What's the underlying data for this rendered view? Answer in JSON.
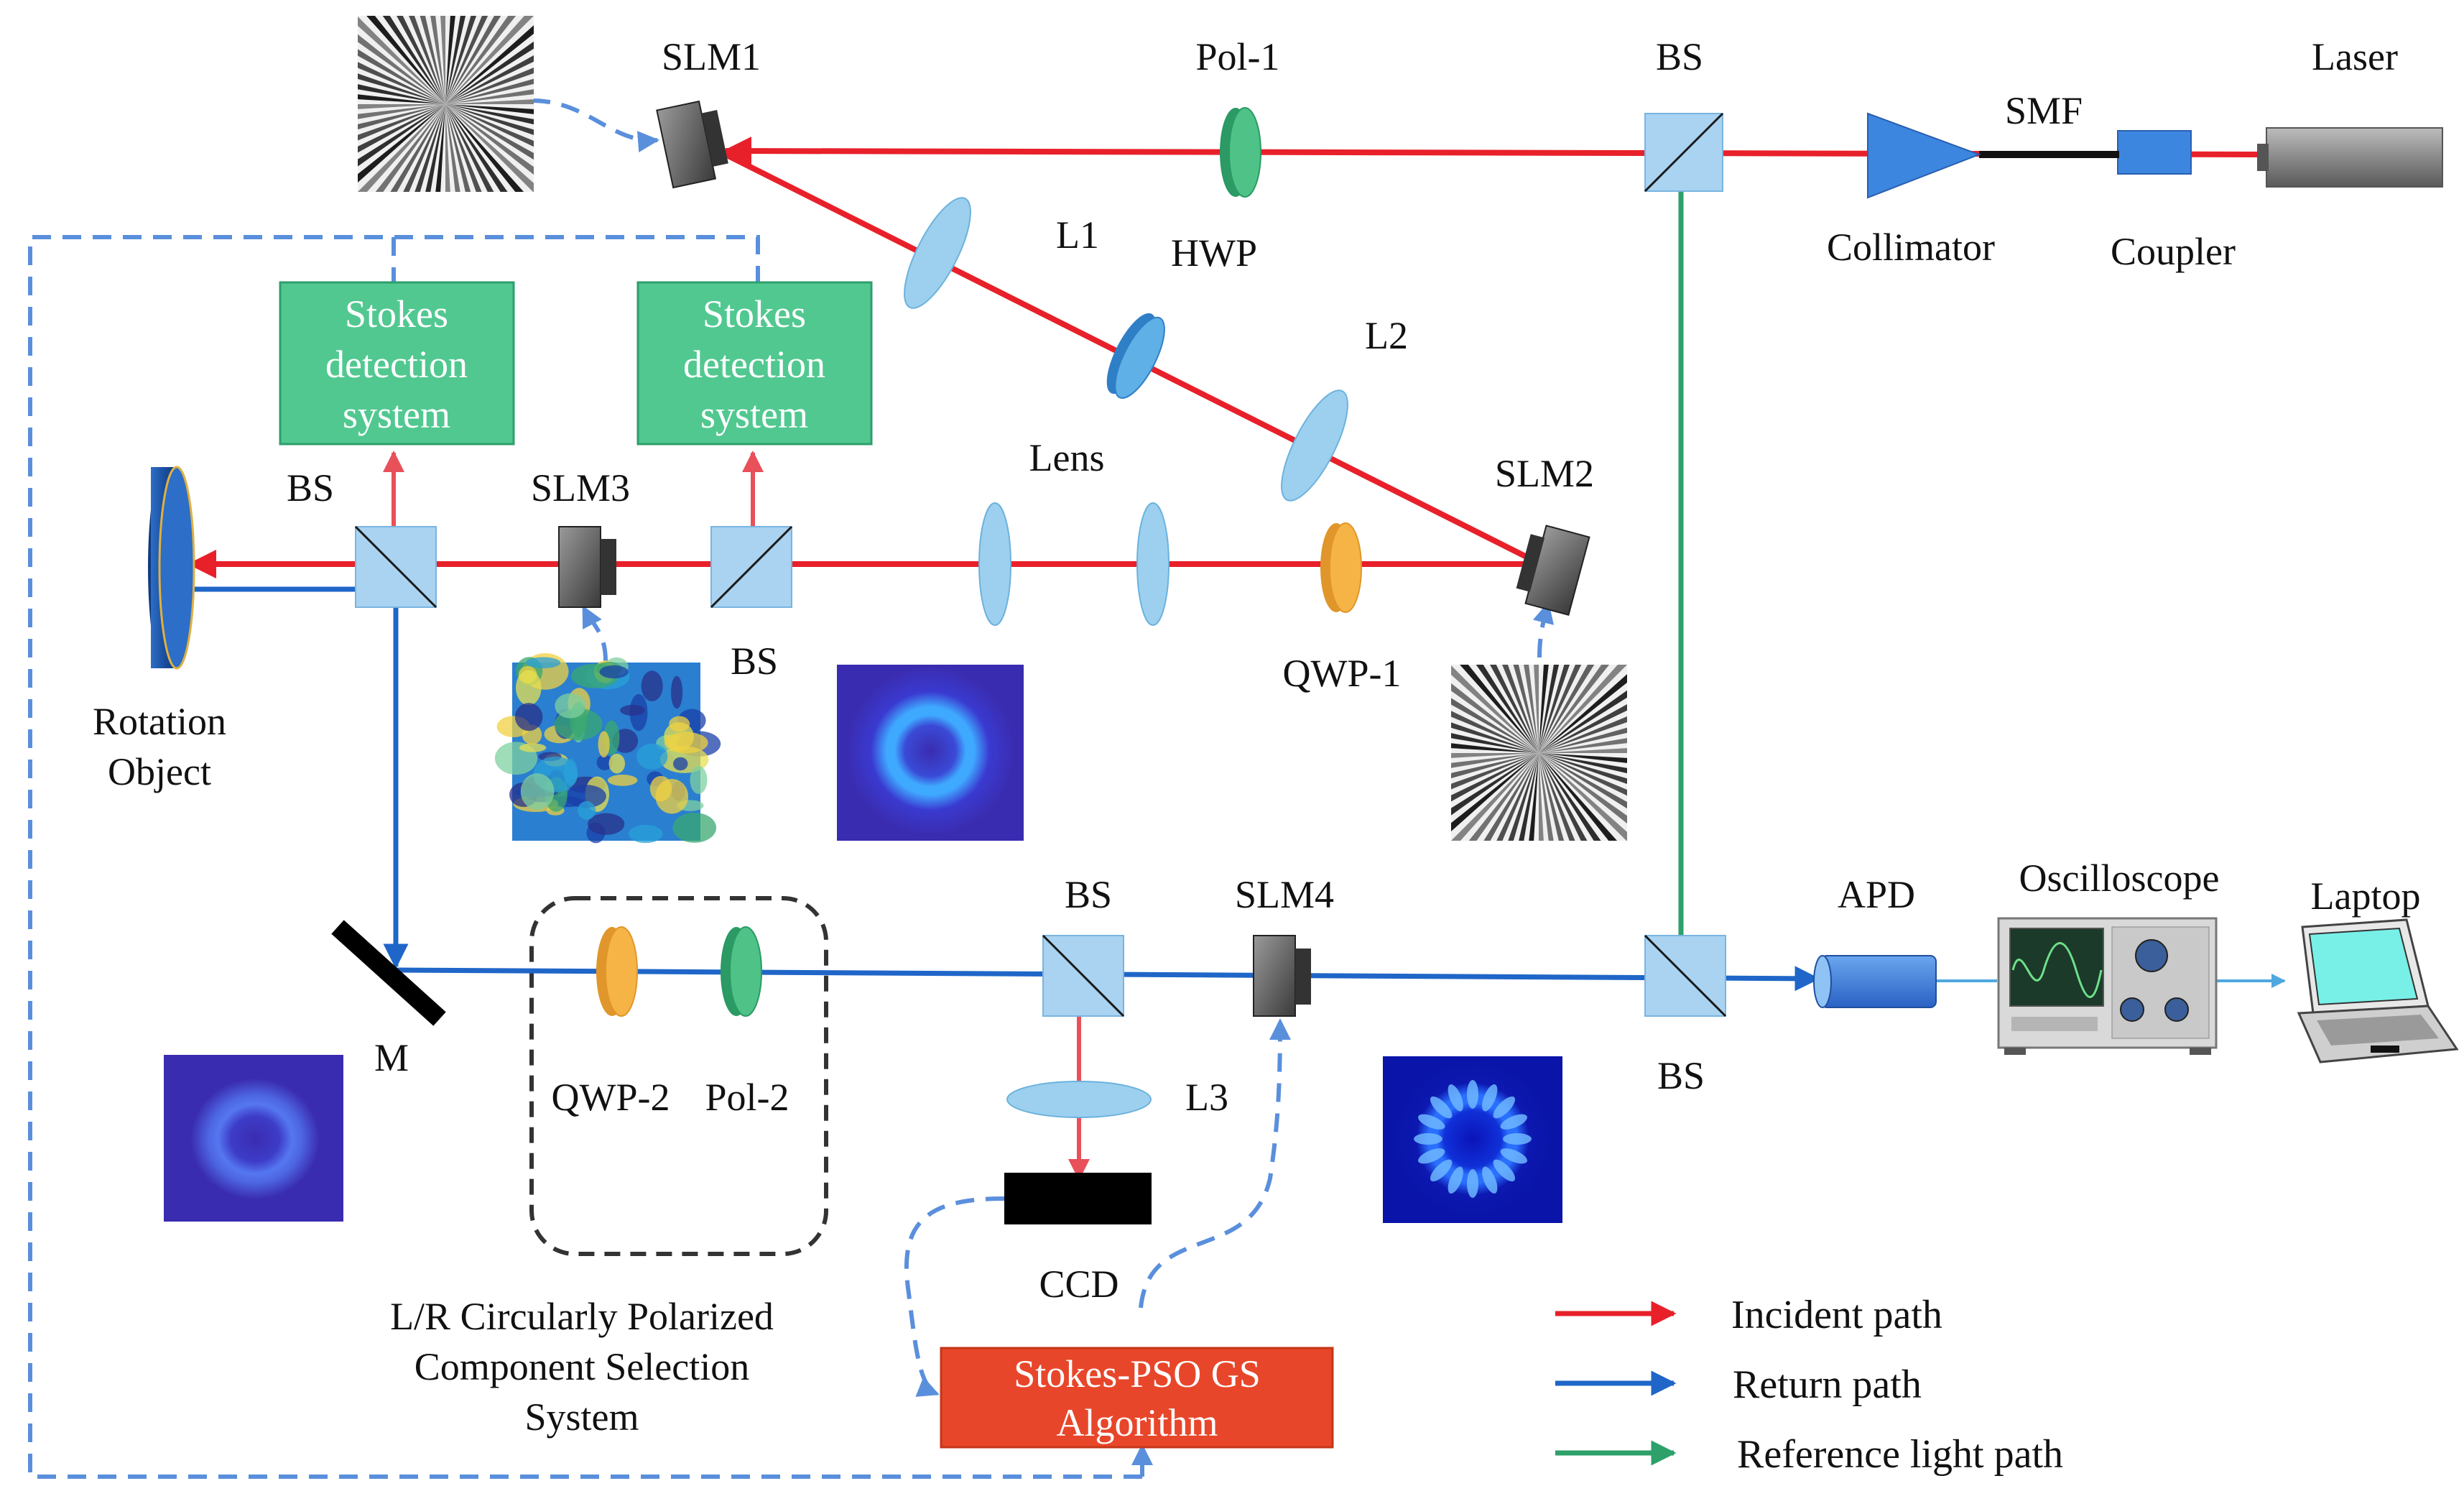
{
  "labels": {
    "slm1": "SLM1",
    "pol1": "Pol-1",
    "bs_top": "BS",
    "laser": "Laser",
    "smf": "SMF",
    "collimator": "Collimator",
    "coupler": "Coupler",
    "l1": "L1",
    "hwp": "HWP",
    "l2": "L2",
    "lens": "Lens",
    "slm2": "SLM2",
    "slm3": "SLM3",
    "bs_left": "BS",
    "bs_mid": "BS",
    "qwp1": "QWP-1",
    "rotation_object": [
      "Rotation",
      "Object"
    ],
    "bs_lower": "BS",
    "slm4": "SLM4",
    "apd": "APD",
    "oscilloscope": "Oscilloscope",
    "laptop": "Laptop",
    "bs_right": "BS",
    "mirror": "M",
    "qwp2": "QWP-2",
    "pol2": "Pol-2",
    "l3": "L3",
    "ccd": "CCD",
    "lr_system": [
      "L/R Circularly Polarized",
      "Component Selection",
      "System"
    ]
  },
  "boxes": {
    "stokes1": [
      "Stokes",
      "detection",
      "system"
    ],
    "stokes2": [
      "Stokes",
      "detection",
      "system"
    ],
    "algorithm": [
      "Stokes-PSO GS",
      "Algorithm"
    ]
  },
  "legend": [
    {
      "label": "Incident path",
      "color": "#e8202a"
    },
    {
      "label": "Return path",
      "color": "#1f66c8"
    },
    {
      "label": "Reference light path",
      "color": "#2ea06a"
    }
  ],
  "colors": {
    "incident": "#e8202a",
    "return": "#1f66c8",
    "reference": "#2ea06a",
    "control": "#5a8fdc",
    "stokes_box": "#52c891",
    "algorithm_box": "#e8462a",
    "optic": "#9dd0ee",
    "qwp": "#f7b446",
    "pol": "#3cb878",
    "camera": "#111111"
  }
}
